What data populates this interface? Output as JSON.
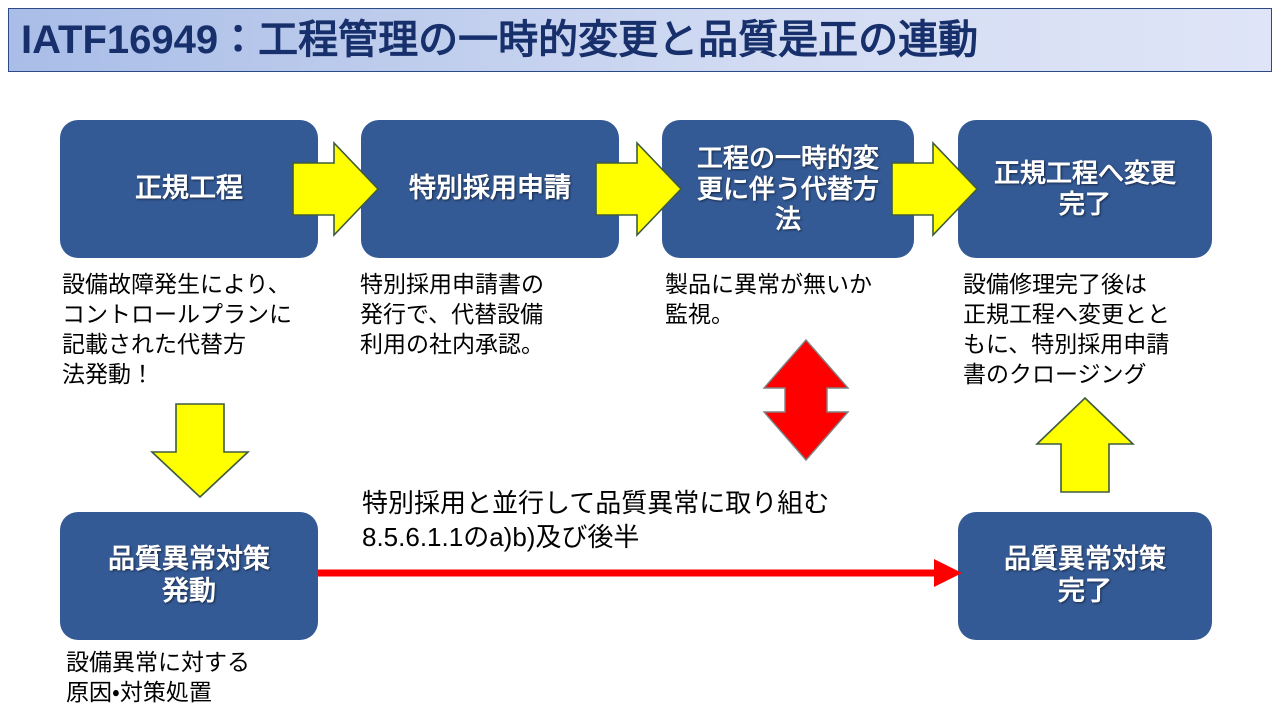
{
  "title": {
    "text": "IATF16949：工程管理の一時的変更と品質是正の連動",
    "band_color_left": "#A9BDE8",
    "band_color_right": "#DFE5F7",
    "text_color": "#17306B"
  },
  "theme": {
    "box_fill": "#345A96",
    "box_text": "#FFFFFF",
    "arrow_yellow": "#FFFF00",
    "arrow_yellow_outline": "#3B5A3B",
    "arrow_red": "#FF0000",
    "arrow_red_outline": "#7F7F7F",
    "background": "#FFFFFF"
  },
  "boxes": [
    {
      "id": "seikou",
      "label": "正規工程"
    },
    {
      "id": "tokubetsu",
      "label": "特別採用申請"
    },
    {
      "id": "ichiji",
      "label": "工程の一時的変\n更に伴う代替方\n法"
    },
    {
      "id": "henkou",
      "label": "正規工程へ変更\n完了"
    },
    {
      "id": "hatsudou",
      "label": "品質異常対策\n発動"
    },
    {
      "id": "kanryou",
      "label": "品質異常対策\n完了"
    }
  ],
  "captions": [
    {
      "id": "cap-1",
      "text": "設備故障発生により、\nコントロールプランに\n記載された代替方\n法発動！"
    },
    {
      "id": "cap-2",
      "text": "特別採用申請書の\n発行で、代替設備\n利用の社内承認。"
    },
    {
      "id": "cap-3",
      "text": "製品に異常が無いか\n監視。"
    },
    {
      "id": "cap-4",
      "text": "設備修理完了後は\n正規工程へ変更とと\nもに、特別採用申請\n書のクロージング"
    },
    {
      "id": "cap-5",
      "text": "設備異常に対する\n原因・対策処置"
    }
  ],
  "center_note": {
    "text": "特別採用と並行して品質異常に取り組む\n8.5.6.1.1のa)b)及び後半"
  },
  "arrows": [
    {
      "id": "arrow-seikou-to-tokubetsu",
      "kind": "yellow-right"
    },
    {
      "id": "arrow-tokubetsu-to-ichiji",
      "kind": "yellow-right"
    },
    {
      "id": "arrow-ichiji-to-henkou",
      "kind": "yellow-right"
    },
    {
      "id": "arrow-seikou-to-hatsudou",
      "kind": "yellow-down"
    },
    {
      "id": "arrow-kanryou-to-henkou",
      "kind": "yellow-up"
    },
    {
      "id": "arrow-ichiji-updown",
      "kind": "red-double-vertical"
    },
    {
      "id": "arrow-hatsudou-to-kanryou",
      "kind": "red-right-line"
    }
  ]
}
